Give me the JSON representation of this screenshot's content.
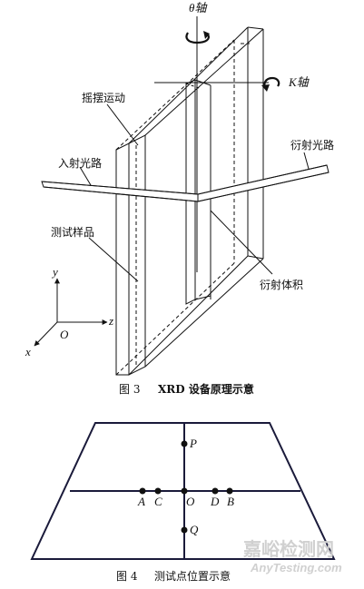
{
  "figure3": {
    "caption_num": "图 3",
    "caption_text": "XRD 设备原理示意",
    "theta_axis": "θ轴",
    "k_axis": "K轴",
    "rocking": "摇摆运动",
    "incident": "入射光路",
    "diffracted": "衍射光路",
    "sample": "测试样品",
    "volume": "衍射体积",
    "axis_y": "y",
    "axis_z": "z",
    "axis_x": "x",
    "origin": "O"
  },
  "figure4": {
    "caption_num": "图 4",
    "caption_text": "测试点位置示意",
    "points": {
      "P": "P",
      "Q": "Q",
      "A": "A",
      "C": "C",
      "O": "O",
      "D": "D",
      "B": "B"
    }
  },
  "watermark": {
    "cn": "嘉峪检测网",
    "en": "AnyTesting.com"
  }
}
